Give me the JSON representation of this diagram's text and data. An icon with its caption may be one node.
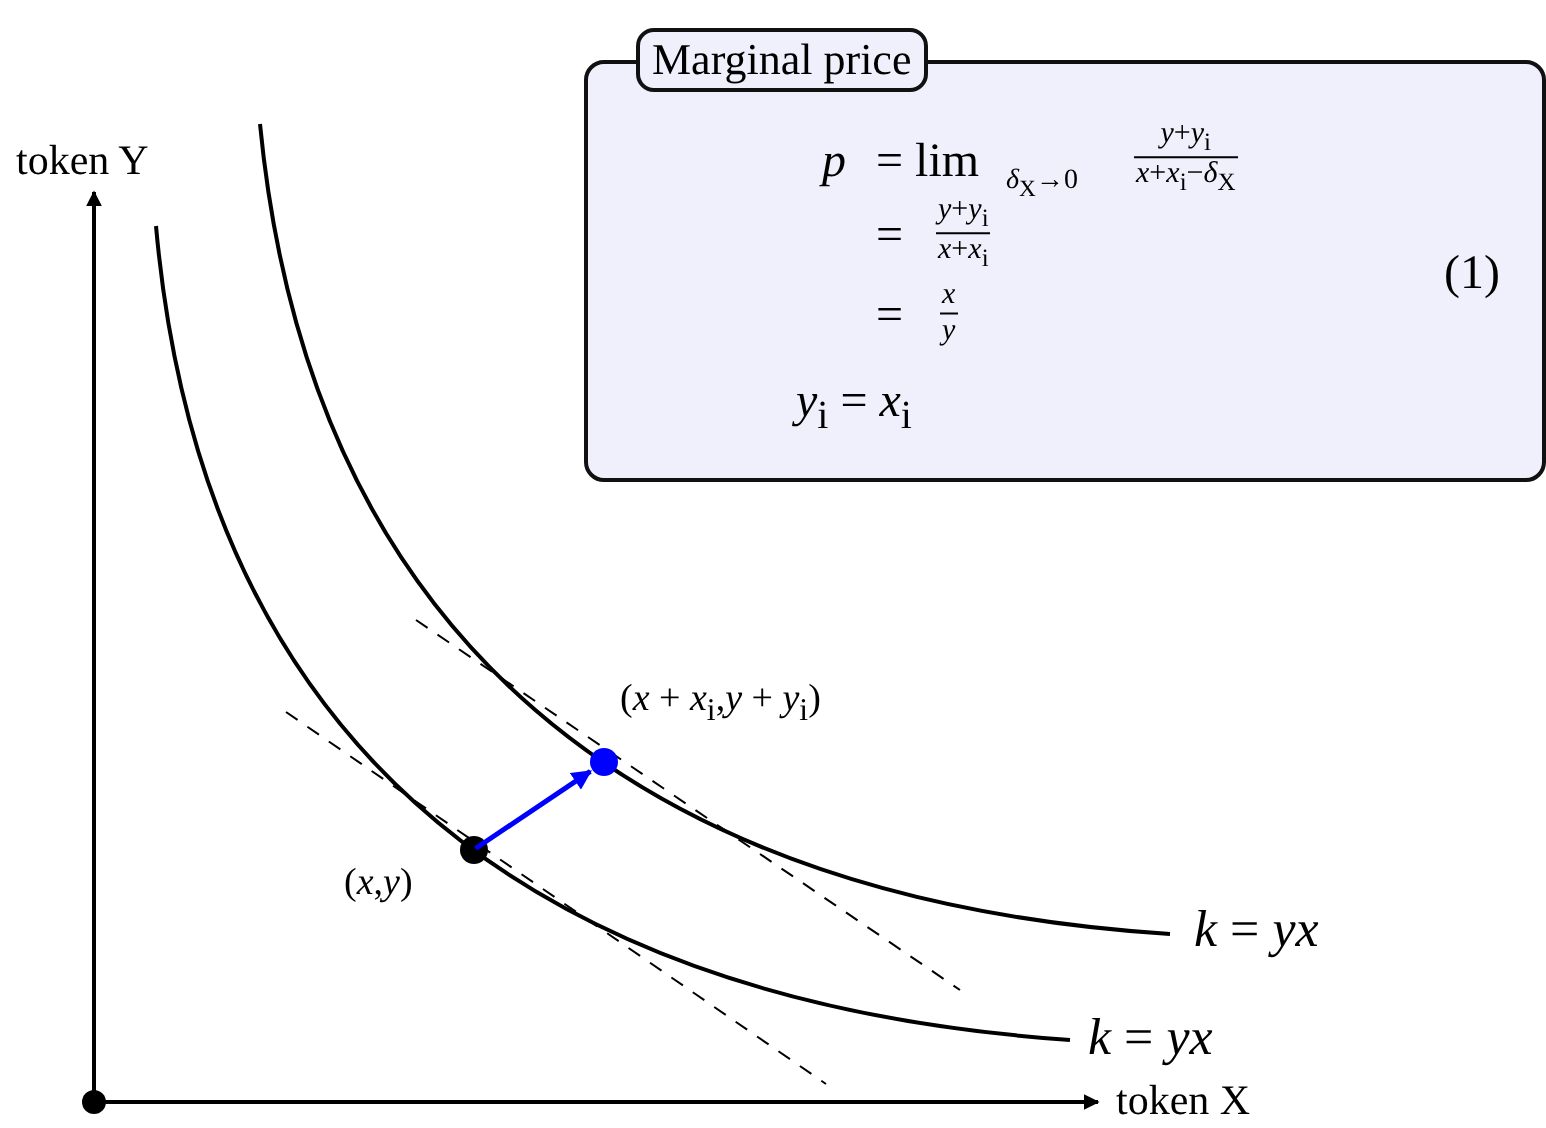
{
  "diagram": {
    "nodes": [
      {
        "text": [
          "Marginal price",
          "*p*",
          "= lim",
          "*δ*$_{X}$→0",
          "*y*+*y*$_{i}$",
          "*x*+*x*$_{i}$−*δ*$_{X}$",
          "=",
          "*y*+*y*$_{i}$",
          "*x*+*x*$_{i}$",
          "=",
          "*x*",
          "*y*",
          "*y*$_{i}$ = *x*$_{i}$",
          "(1)"
        ]
      },
      {
        "text": [],
        "shape": "circle",
        "beside": [
          "(*x*,*y*)"
        ]
      },
      {
        "text": [],
        "shape": "circle",
        "beside": [
          "(*x* + *x*$_{i}$,*y* + *y*$_{i}$)"
        ]
      }
    ],
    "edges": [
      {
        "from": 1,
        "to": 2,
        "arrow": "to",
        "color": "#0000ff"
      }
    ],
    "labels": [
      "token Y",
      "*k* = *yx*",
      "*k* = *yx*",
      "token X"
    ]
  }
}
